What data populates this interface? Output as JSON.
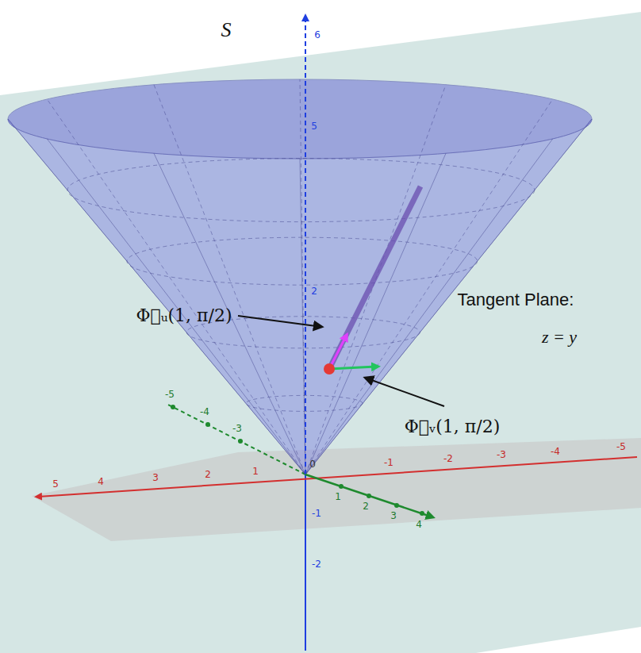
{
  "diagram": {
    "labels": [
      "S",
      "6",
      "5",
      "2",
      "Φ⃗ᵤ(1, π/2)",
      "Tangent Plane:",
      "z = y",
      "-5",
      "-4",
      "-3",
      "5",
      "4",
      "3",
      "2",
      "1",
      "0",
      "-1",
      "-2",
      "-3",
      "-4",
      "-5",
      "1",
      "2",
      "3",
      "4",
      "Φ⃗ᵥ(1, π/2)",
      "-1",
      "-2"
    ]
  }
}
